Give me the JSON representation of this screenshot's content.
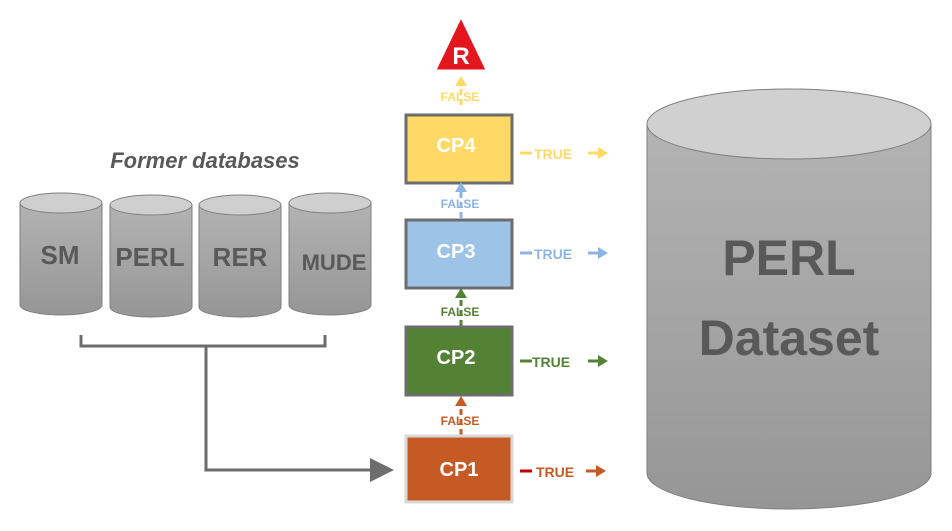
{
  "former_title": "Former databases",
  "former_databases": [
    {
      "label": "SM"
    },
    {
      "label": "PERL"
    },
    {
      "label": "RER"
    },
    {
      "label": "MUDE"
    }
  ],
  "checkpoints": [
    {
      "label": "CP1",
      "fill": "#c55a25",
      "accent": "#c55a25",
      "true_label": "TRUE",
      "false_label": "FALSE"
    },
    {
      "label": "CP2",
      "fill": "#548235",
      "accent": "#548235",
      "true_label": "TRUE",
      "false_label": "FALSE"
    },
    {
      "label": "CP3",
      "fill": "#9dc3e6",
      "accent": "#8eb4e3",
      "true_label": "TRUE",
      "false_label": "FALSE"
    },
    {
      "label": "CP4",
      "fill": "#ffd966",
      "accent": "#ffd966",
      "true_label": "TRUE",
      "false_label": "FALSE"
    }
  ],
  "reject": {
    "label": "R",
    "color": "#e3161e"
  },
  "dataset": {
    "line1": "PERL",
    "line2": "Dataset"
  },
  "colors": {
    "cylinder_body": "#a6a6a6",
    "cylinder_top": "#d0d0d0",
    "cylinder_text": "#595959",
    "connector": "#6d6d6d"
  }
}
